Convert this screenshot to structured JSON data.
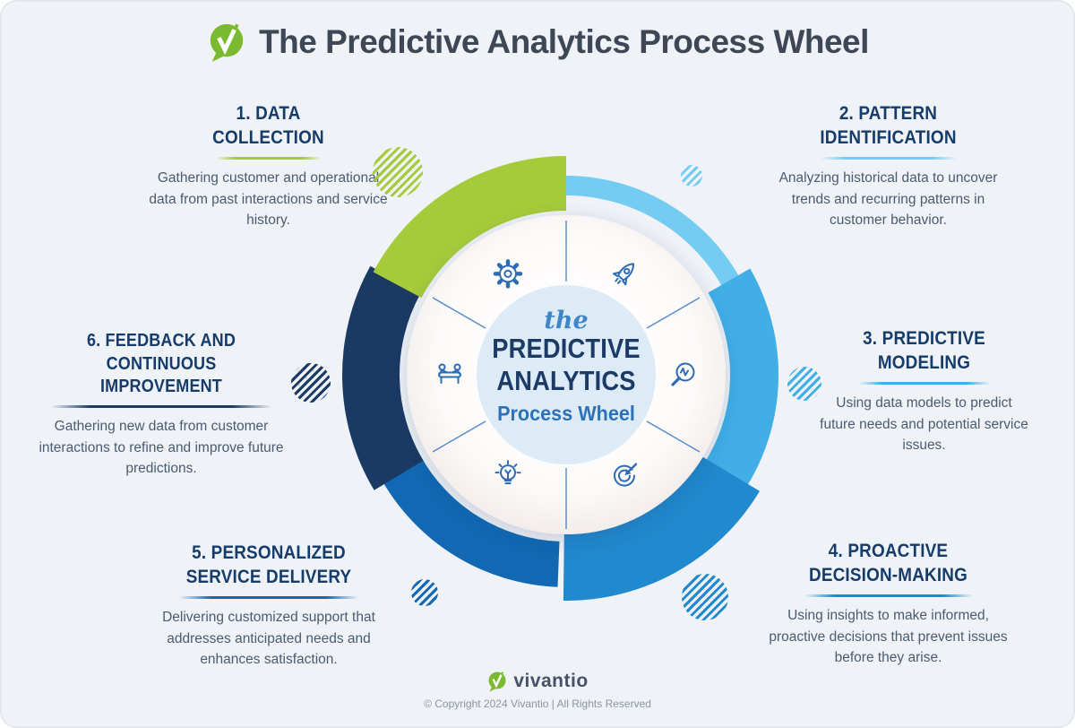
{
  "header": {
    "title": "The Predictive Analytics Process Wheel"
  },
  "center": {
    "the": "the",
    "line1": "PREDICTIVE",
    "line2": "ANALYTICS",
    "line3": "Process Wheel"
  },
  "steps": [
    {
      "t1": "1. DATA",
      "t2": "COLLECTION",
      "desc": "Gathering customer and operational data from past interactions and service history.",
      "color": "#a5ca3a"
    },
    {
      "t1": "2. PATTERN",
      "t2": "IDENTIFICATION",
      "desc": "Analyzing historical data to uncover trends and recurring patterns in customer behavior.",
      "color": "#74ccf2"
    },
    {
      "t1": "3. PREDICTIVE",
      "t2": "MODELING",
      "desc": "Using data models to predict future needs and potential service issues.",
      "color": "#41aee6"
    },
    {
      "t1": "4. PROACTIVE",
      "t2": "DECISION-MAKING",
      "desc": "Using insights to make informed, proactive decisions that prevent issues before they arise.",
      "color": "#2189cd"
    },
    {
      "t1": "5. PERSONALIZED",
      "t2": "SERVICE DELIVERY",
      "desc": "Delivering customized support that addresses anticipated needs and enhances satisfaction.",
      "color": "#1268b2"
    },
    {
      "t1": "6. FEEDBACK AND",
      "t2": "CONTINUOUS IMPROVEMENT",
      "desc": "Gathering new data from customer interactions to refine and improve future predictions.",
      "color": "#1a3a63"
    }
  ],
  "wheel": {
    "segments": [
      {
        "label": "data-collection",
        "color": "#a5ca3a"
      },
      {
        "label": "pattern-identification",
        "color": "#74ccf2"
      },
      {
        "label": "predictive-modeling",
        "color": "#41aee6"
      },
      {
        "label": "proactive-decision-making",
        "color": "#2189cd"
      },
      {
        "label": "personalized-service-delivery",
        "color": "#1268b2"
      },
      {
        "label": "feedback-continuous-improvement",
        "color": "#1a3a63"
      }
    ],
    "icons": [
      "gear",
      "rocket",
      "magnifier-trend",
      "target-arrow",
      "lightbulb",
      "customer-meeting"
    ],
    "icon_color": "#2d6cb4",
    "divider_color": "#5588c8",
    "center_bg": "#dcebf5",
    "logo_green": "#79ba30"
  },
  "footer": {
    "brand": "vivantio",
    "copyright": "© Copyright 2024 Vivantio | All Rights Reserved"
  }
}
